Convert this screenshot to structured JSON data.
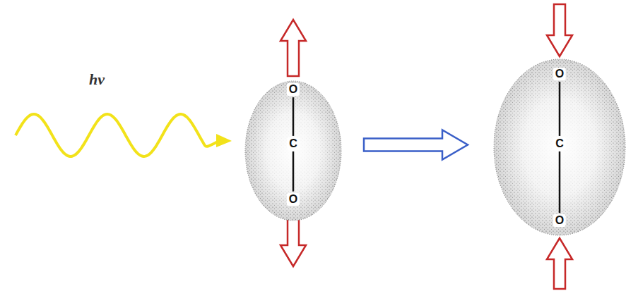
{
  "diagram": {
    "nodes": [
      {
        "text": [
          "O",
          "C",
          "O"
        ]
      },
      {
        "text": [
          "O",
          "C",
          "O"
        ]
      }
    ],
    "edges": [
      {
        "from": 0,
        "to": 1,
        "arrow": "to"
      }
    ],
    "labels": [
      "hν"
    ]
  }
}
